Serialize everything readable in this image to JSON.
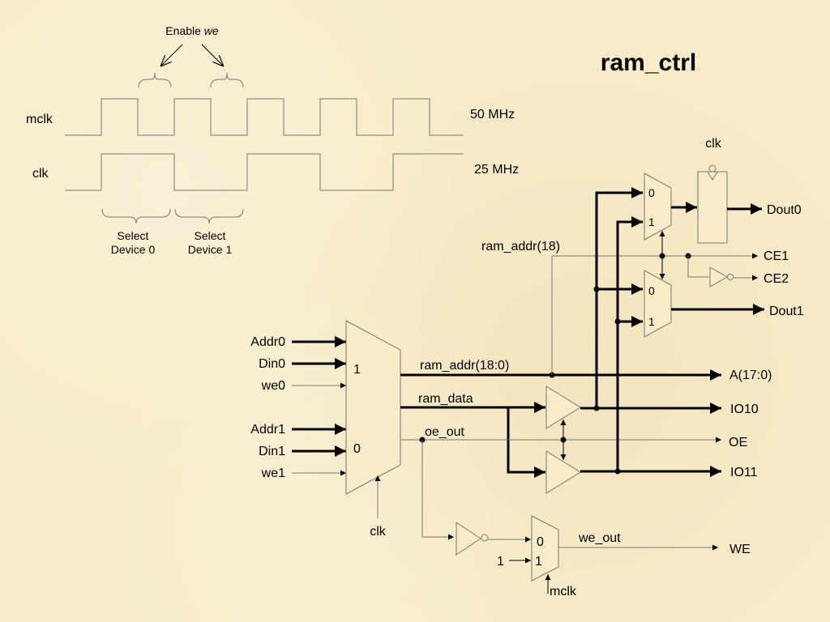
{
  "title": "ram_ctrl",
  "timing": {
    "enable_text": "Enable ",
    "enable_we": "we",
    "mclk_label": "mclk",
    "clk_label": "clk",
    "mclk_freq": "50 MHz",
    "clk_freq": "25 MHz",
    "select0_line1": "Select",
    "select0_line2": "Device 0",
    "select1_line1": "Select",
    "select1_line2": "Device 1"
  },
  "inputs": {
    "addr0": "Addr0",
    "din0": "Din0",
    "we0": "we0",
    "addr1": "Addr1",
    "din1": "Din1",
    "we1": "we1"
  },
  "mux_main": {
    "sel1": "1",
    "sel0": "0",
    "clk_label": "clk"
  },
  "signals": {
    "ram_addr_18_0": "ram_addr(18:0)",
    "ram_data": "ram_data",
    "oe_out": "oe_out",
    "ram_addr_18": "ram_addr(18)",
    "we_out": "we_out",
    "ff_clk": "clk",
    "we_mux_clk": "mclk",
    "const_one": "1"
  },
  "upper_mux": {
    "in0": "0",
    "in1": "1"
  },
  "lower_mux": {
    "in0": "0",
    "in1": "1"
  },
  "we_mux": {
    "in0": "0",
    "in1": "1"
  },
  "outputs": {
    "dout0": "Dout0",
    "ce1": "CE1",
    "ce2": "CE2",
    "dout1": "Dout1",
    "a": "A(17:0)",
    "io10": "IO10",
    "oe": "OE",
    "io11": "IO11",
    "we": "WE"
  }
}
